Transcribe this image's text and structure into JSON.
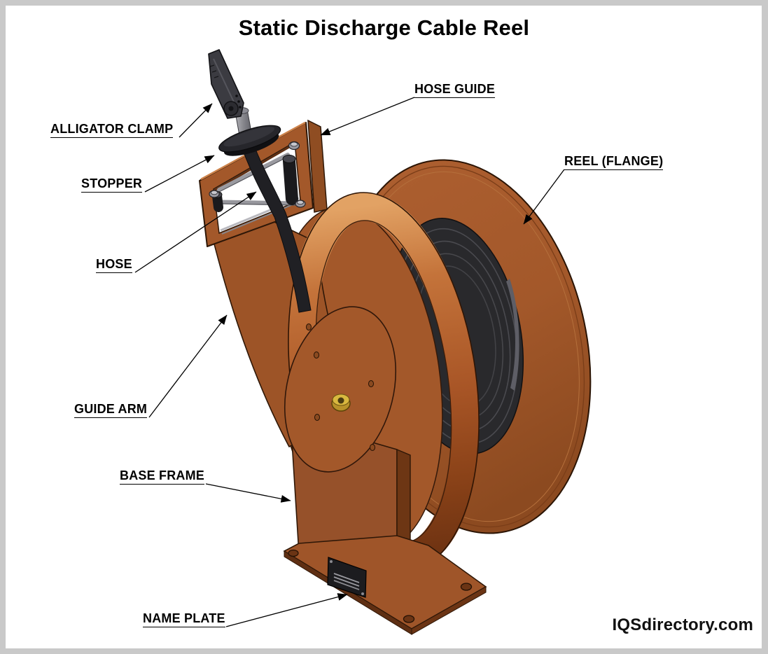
{
  "title": "Static Discharge Cable Reel",
  "watermark": "IQSdirectory.com",
  "diagram_subject": "static discharge cable reel isometric CAD view",
  "labels": [
    {
      "id": "alligator-clamp",
      "text": "ALLIGATOR CLAMP"
    },
    {
      "id": "stopper",
      "text": "STOPPER"
    },
    {
      "id": "hose-guide",
      "text": "HOSE GUIDE"
    },
    {
      "id": "reel-flange",
      "text": "REEL (FLANGE)"
    },
    {
      "id": "hose",
      "text": "HOSE"
    },
    {
      "id": "guide-arm",
      "text": "GUIDE ARM"
    },
    {
      "id": "base-frame",
      "text": "BASE FRAME"
    },
    {
      "id": "name-plate",
      "text": "NAME PLATE"
    }
  ],
  "colors": {
    "copper_body": "#a3582a",
    "copper_dark": "#6d3614",
    "copper_highlight_band": "#d08445",
    "cable_black": "#29292c",
    "hardware_gray": "#9a9aa0",
    "clamp_gray": "#3b3b41",
    "brass_nut": "#c9a22c",
    "outline": "#2e1707",
    "leader_line": "#000000",
    "border_gray": "#c9c9c9",
    "background": "#ffffff"
  }
}
